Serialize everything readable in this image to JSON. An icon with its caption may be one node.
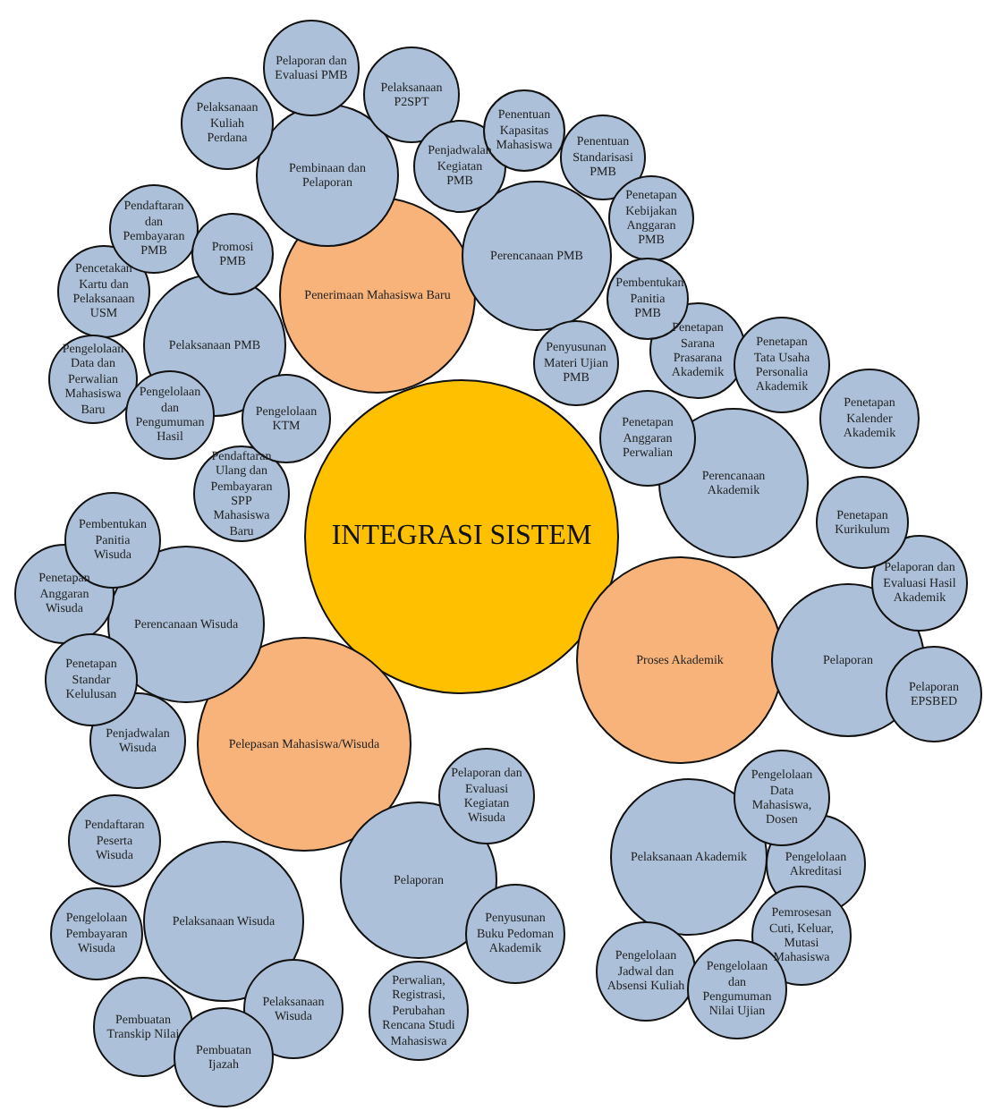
{
  "diagram": {
    "nodes": [
      {
        "text": [
          "INTEGRASI SISTEM"
        ]
      },
      {
        "text": [
          "Penerimaan Mahasiswa Baru"
        ]
      },
      {
        "text": [
          "Pembinaan dan Pelaporan"
        ]
      },
      {
        "text": [
          "Pelaporan dan Evaluasi PMB"
        ]
      },
      {
        "text": [
          "Pelaksanaan Kuliah Perdana"
        ]
      },
      {
        "text": [
          "Pelaksanaan P2SPT"
        ]
      },
      {
        "text": [
          "Penjadwalan Kegiatan PMB"
        ]
      },
      {
        "text": [
          "Perencanaan PMB"
        ]
      },
      {
        "text": [
          "Penentuan Kapasitas Mahasiswa"
        ]
      },
      {
        "text": [
          "Penentuan Standarisasi PMB"
        ]
      },
      {
        "text": [
          "Penetapan Kebijakan Anggaran PMB"
        ]
      },
      {
        "text": [
          "Pembentukan Panitia PMB"
        ]
      },
      {
        "text": [
          "Penyusunan Materi Ujian PMB"
        ]
      },
      {
        "text": [
          "Pelaksanaan PMB"
        ]
      },
      {
        "text": [
          "Promosi PMB"
        ]
      },
      {
        "text": [
          "Pendaftaran dan Pembayaran PMB"
        ]
      },
      {
        "text": [
          "Pencetakan Kartu dan Pelaksanaan USM"
        ]
      },
      {
        "text": [
          "Pengelolaan Data dan Perwalian Mahasiswa Baru"
        ]
      },
      {
        "text": [
          "Pengelolaan dan Pengumuman Hasil"
        ]
      },
      {
        "text": [
          "Pengelolaan KTM"
        ]
      },
      {
        "text": [
          "Pendaftaran Ulang dan Pembayaran SPP Mahasiswa Baru"
        ]
      },
      {
        "text": [
          "Perencanaan Akademik"
        ]
      },
      {
        "text": [
          "Penetapan Sarana Prasarana Akademik"
        ]
      },
      {
        "text": [
          "Penetapan Tata Usaha Personalia Akademik"
        ]
      },
      {
        "text": [
          "Penetapan Anggaran Perwalian"
        ]
      },
      {
        "text": [
          "Penetapan Kalender Akademik"
        ]
      },
      {
        "text": [
          "Penetapan Kurikulum"
        ]
      },
      {
        "text": [
          "Proses Akademik"
        ]
      },
      {
        "text": [
          "Pelaporan"
        ]
      },
      {
        "text": [
          "Pelaporan dan Evaluasi Hasil Akademik"
        ]
      },
      {
        "text": [
          "Pelaporan EPSBED"
        ]
      },
      {
        "text": [
          "Pelepasan Mahasiswa/Wisuda"
        ]
      },
      {
        "text": [
          "Perencanaan Wisuda"
        ]
      },
      {
        "text": [
          "Pembentukan Panitia Wisuda"
        ]
      },
      {
        "text": [
          "Penetapan Anggaran Wisuda"
        ]
      },
      {
        "text": [
          "Penetapan Standar Kelulusan"
        ]
      },
      {
        "text": [
          "Penjadwalan Wisuda"
        ]
      },
      {
        "text": [
          "Pelaporan"
        ]
      },
      {
        "text": [
          "Pelaporan dan Evaluasi Kegiatan Wisuda"
        ]
      },
      {
        "text": [
          "Penyusunan Buku Pedoman Akademik"
        ]
      },
      {
        "text": [
          "Perwalian, Registrasi, Perubahan Rencana Studi Mahasiswa"
        ]
      },
      {
        "text": [
          "Pelaksanaan Wisuda"
        ]
      },
      {
        "text": [
          "Pendaftaran Peserta Wisuda"
        ]
      },
      {
        "text": [
          "Pengelolaan Pembayaran Wisuda"
        ]
      },
      {
        "text": [
          "Pembuatan Transkip Nilai"
        ]
      },
      {
        "text": [
          "Pelaksanaan Wisuda"
        ]
      },
      {
        "text": [
          "Pembuatan Ijazah"
        ]
      },
      {
        "text": [
          "Pelaksanaan Akademik"
        ]
      },
      {
        "text": [
          "Pengelolaan Data Mahasiswa, Dosen"
        ]
      },
      {
        "text": [
          "Pengelolaan Akreditasi"
        ]
      },
      {
        "text": [
          "Pemrosesan Cuti, Keluar, Mutasi Mahasiswa"
        ]
      },
      {
        "text": [
          "Pengelolaan Jadwal dan Absensi Kuliah"
        ]
      },
      {
        "text": [
          "Pengelolaan dan Pengumuman Nilai Ujian"
        ]
      }
    ]
  }
}
